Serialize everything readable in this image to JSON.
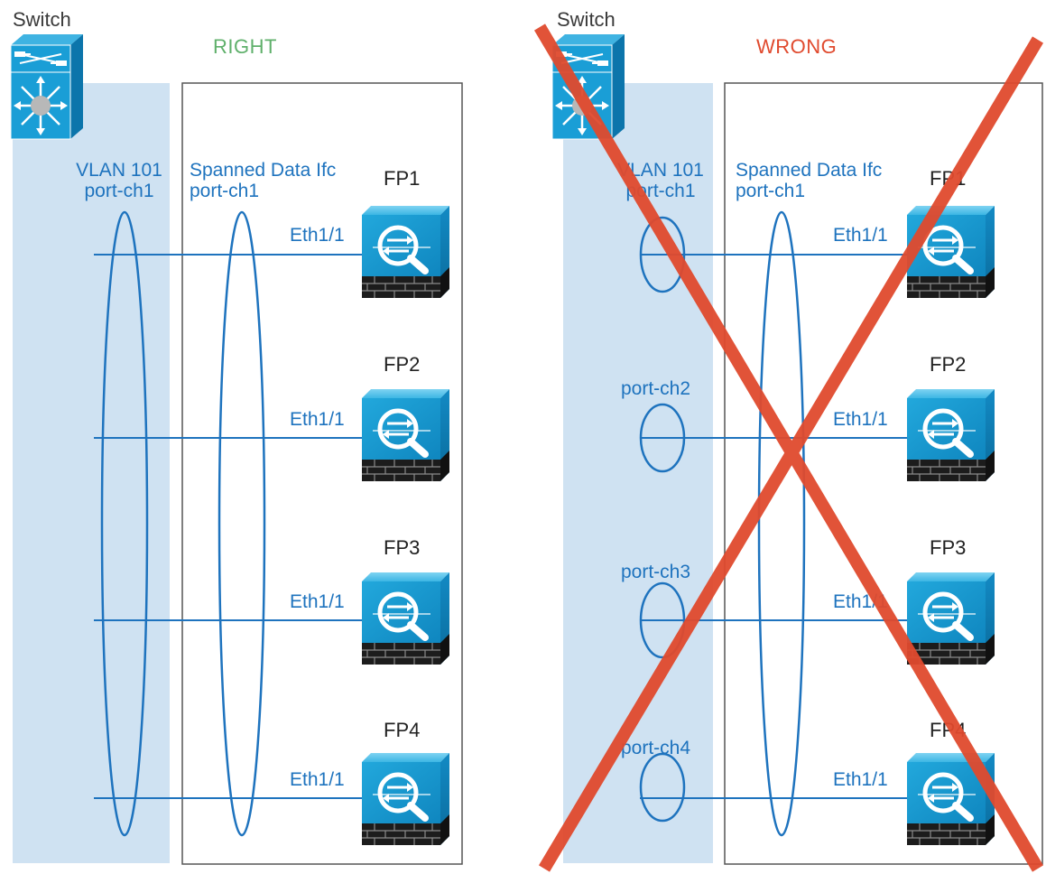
{
  "colors": {
    "switch_band": "#cfe2f2",
    "link_blue": "#1e73be",
    "box_border": "#555555",
    "right_green": "#5fb06b",
    "wrong_red": "#e04a2e",
    "device_blue": "#1aa3d9",
    "device_dark": "#1c1c1c"
  },
  "icons": [
    "switch-icon",
    "firepower-device-icon",
    "cross-mark-icon"
  ],
  "left": {
    "switch_title": "Switch",
    "verdict": "RIGHT",
    "vlan_label": [
      "VLAN 101",
      "port-ch1"
    ],
    "spanned_label": [
      "Spanned Data Ifc",
      "port-ch1"
    ],
    "devices": [
      {
        "name": "FP1",
        "interface": "Eth1/1"
      },
      {
        "name": "FP2",
        "interface": "Eth1/1"
      },
      {
        "name": "FP3",
        "interface": "Eth1/1"
      },
      {
        "name": "FP4",
        "interface": "Eth1/1"
      }
    ]
  },
  "right": {
    "switch_title": "Switch",
    "verdict": "WRONG",
    "vlan_label": [
      "VLAN 101",
      "port-ch1"
    ],
    "spanned_label": [
      "Spanned Data Ifc",
      "port-ch1"
    ],
    "port_channels": [
      "port-ch2",
      "port-ch3",
      "port-ch4"
    ],
    "devices": [
      {
        "name": "FP1",
        "interface": "Eth1/1"
      },
      {
        "name": "FP2",
        "interface": "Eth1/1"
      },
      {
        "name": "FP3",
        "interface": "Eth1/1"
      },
      {
        "name": "FP4",
        "interface": "Eth1/1"
      }
    ]
  }
}
